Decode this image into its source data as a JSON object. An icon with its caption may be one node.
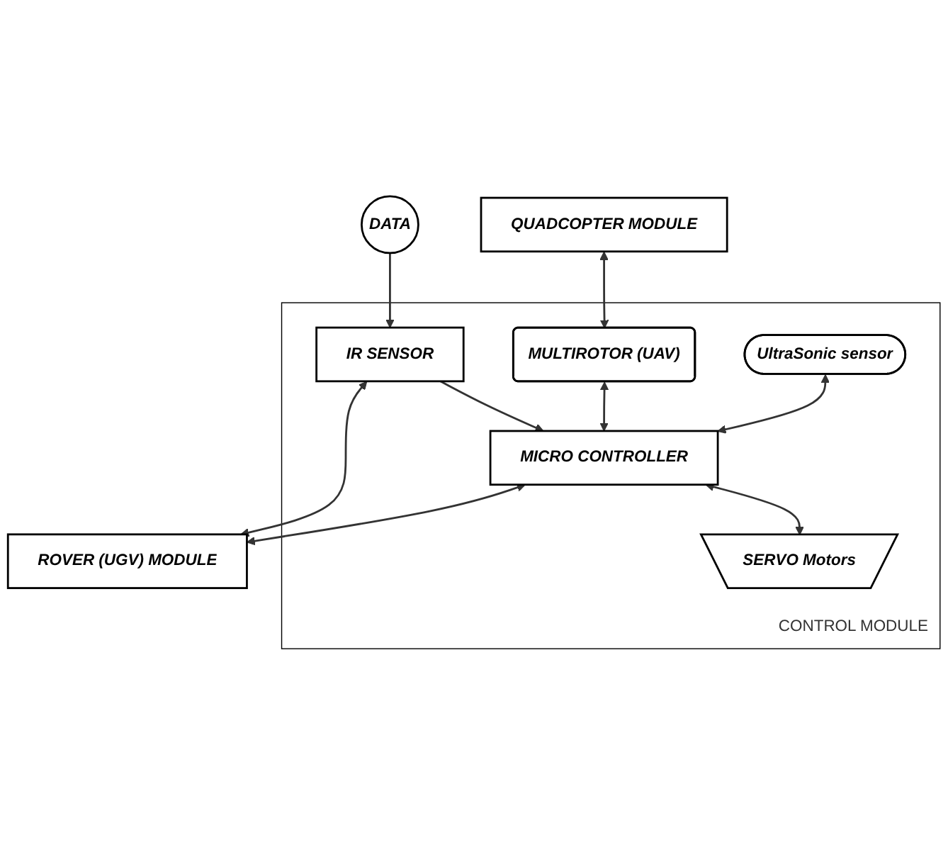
{
  "diagram": {
    "nodes": [
      {
        "text": [
          "QUADCOPTER MODULE"
        ]
      },
      {
        "text": [
          "CONTROL MODULE"
        ]
      },
      {
        "text": [
          "MULTIROTOR (UAV)"
        ],
        "in": 1
      },
      {
        "text": [
          "MICRO CONTROLLER"
        ],
        "in": 1
      },
      {
        "text": [
          "IR SENSOR"
        ],
        "in": 1
      },
      {
        "text": [
          "DATA"
        ]
      },
      {
        "text": [
          "UltraSonic sensor"
        ],
        "in": 1
      },
      {
        "text": [
          "SERVO Motors"
        ],
        "in": 1
      },
      {
        "text": [
          "ROVER (UGV) MODULE"
        ]
      }
    ],
    "edges": [
      {
        "from": 0,
        "to": 2,
        "arrow": "both"
      },
      {
        "from": 2,
        "to": 3,
        "arrow": "both"
      },
      {
        "from": 4,
        "to": 3,
        "arrow": "to"
      },
      {
        "from": 5,
        "to": 4,
        "arrow": "to"
      },
      {
        "from": 6,
        "to": 3,
        "arrow": "both"
      },
      {
        "from": 3,
        "to": 7,
        "arrow": "both"
      },
      {
        "from": 3,
        "to": 8,
        "arrow": "both"
      },
      {
        "from": 4,
        "to": 8,
        "arrow": "both"
      }
    ]
  }
}
